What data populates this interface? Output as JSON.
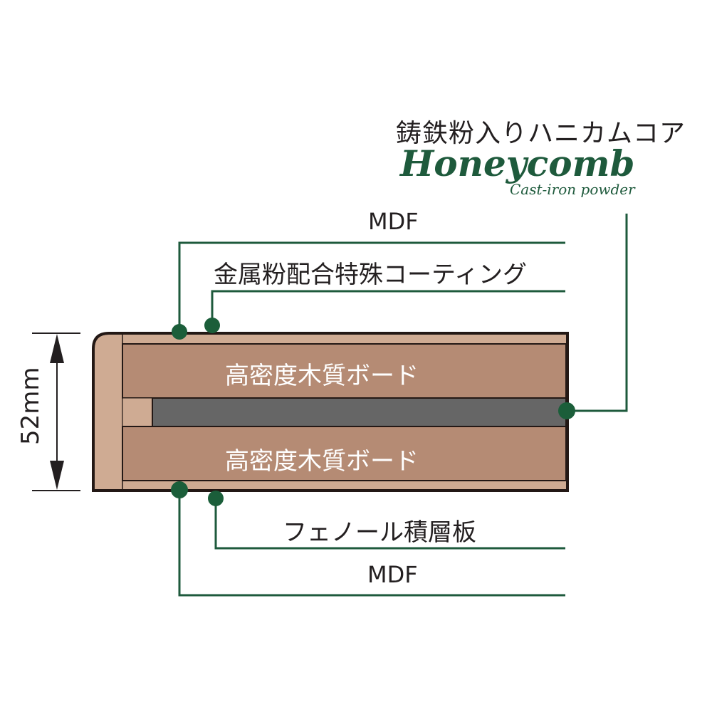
{
  "colors": {
    "leader_line": "#1e5a3c",
    "dot": "#1b5e3a",
    "outline": "#231815",
    "edge_light": "#cfab93",
    "board": "#b58b74",
    "core": "#666666",
    "text_dark": "#231f20",
    "text_light": "#ffffff",
    "brand_green": "#1e5a3c"
  },
  "title": {
    "japanese": "鋳鉄粉入りハニカムコア",
    "brand": "Honeycomb",
    "subtitle": "Cast-iron powder"
  },
  "callouts": {
    "top_mdf": "MDF",
    "coating": "金属粉配合特殊コーティング",
    "phenol": "フェノール積層板",
    "bottom_mdf": "MDF"
  },
  "layers": {
    "upper_board": "高密度木質ボード",
    "lower_board": "高密度木質ボード"
  },
  "dimension": {
    "thickness_label": "52mm"
  }
}
